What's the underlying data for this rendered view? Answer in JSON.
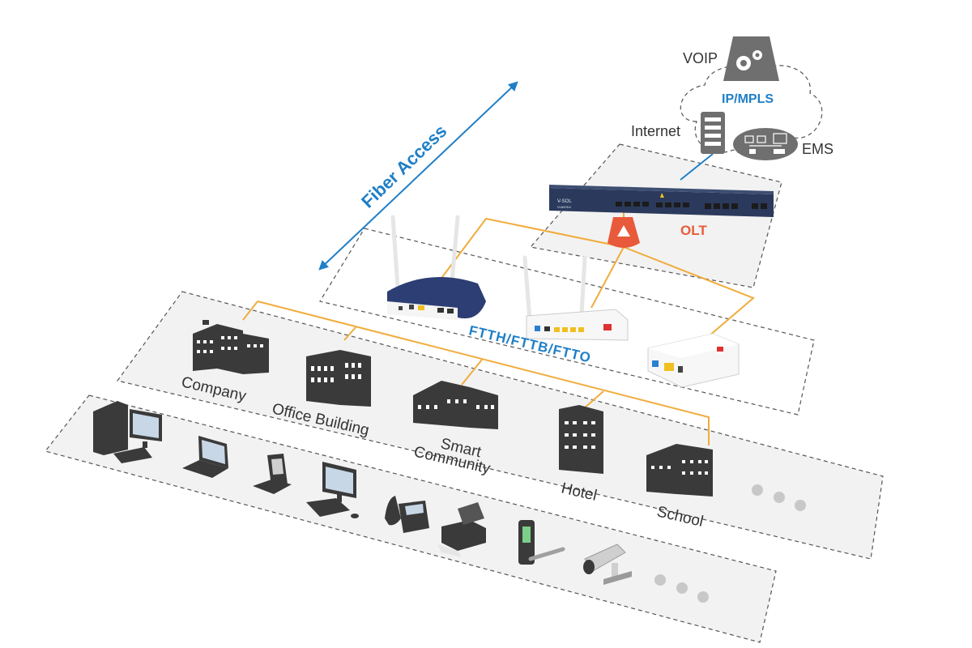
{
  "labels": {
    "fiber_access": "Fiber Access",
    "voip": "VOIP",
    "ip_mpls": "IP/MPLS",
    "internet": "Internet",
    "ems": "EMS",
    "olt": "OLT",
    "ftth": "FTTH/FTTB/FTTO"
  },
  "buildings": {
    "company": "Company",
    "office_building": "Office Building",
    "smart_community_1": "Smart",
    "smart_community_2": "Community",
    "hotel": "Hotel",
    "school": "School"
  },
  "olt_device": {
    "brand": "V-SOL",
    "model": "V1600D4"
  },
  "colors": {
    "blue_accent": "#1f7fc6",
    "olt_red": "#e85a3a",
    "fiber_line": "#f0ac3c",
    "panel_fill": "#f2f2f2",
    "dark_icon": "#3a3a3a",
    "gray_cloud": "#6f6f6f"
  },
  "icons": [
    "gears-icon",
    "network-switch-icon",
    "ems-servers-icon",
    "splitter-warning-icon",
    "desktop-computer-icon",
    "laptop-icon",
    "pos-terminal-icon",
    "workstation-icon",
    "ip-phone-icon",
    "printer-icon",
    "smart-lock-icon",
    "camera-icon"
  ]
}
